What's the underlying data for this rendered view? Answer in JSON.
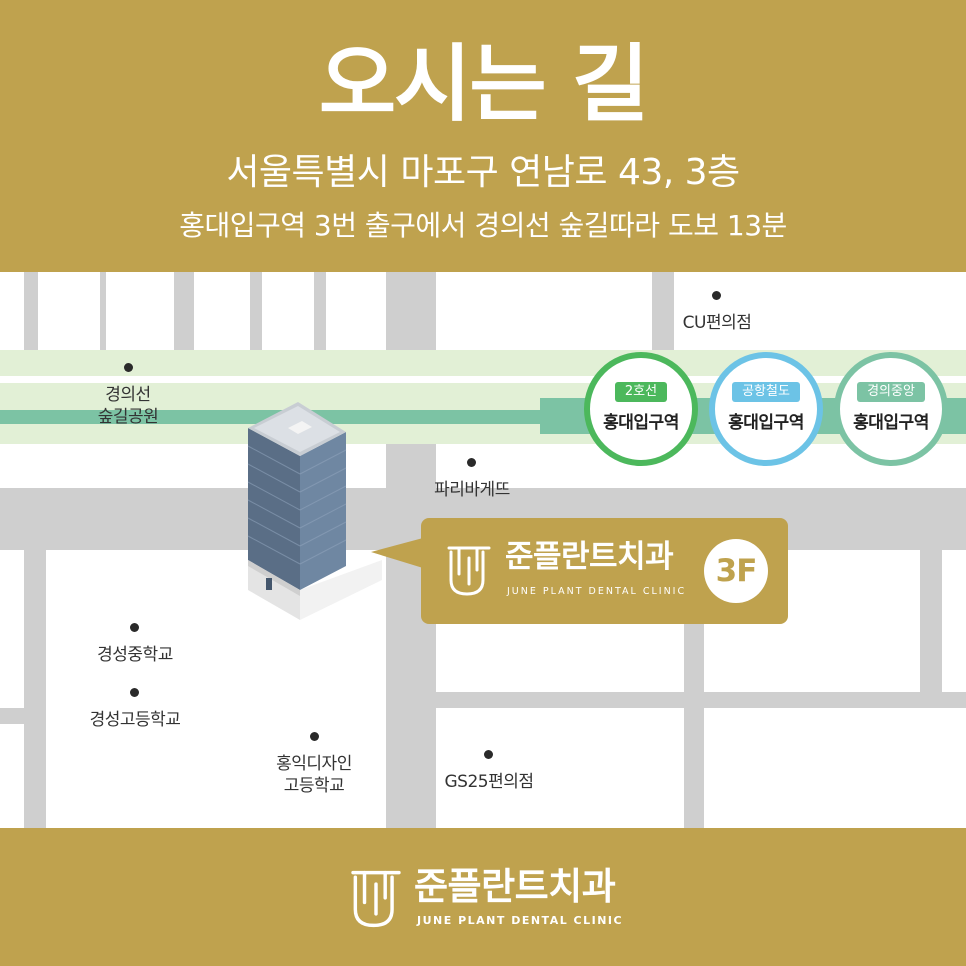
{
  "header": {
    "title": "오시는 길",
    "address": "서울특별시 마포구 연남로 43, 3층",
    "directions": "홍대입구역 3번 출구에서 경의선 숲길따라 도보 13분"
  },
  "map": {
    "places": {
      "cu": "CU편의점",
      "park_line1": "경의선",
      "park_line2": "숲길공원",
      "paris": "파리바게뜨",
      "middle_school": "경성중학교",
      "high_school": "경성고등학교",
      "hongik_line1": "홍익디자인",
      "hongik_line2": "고등학교",
      "gs25": "GS25편의점"
    },
    "stations": [
      {
        "line": "2호선",
        "name": "홍대입구역",
        "color": "#4CB85C"
      },
      {
        "line": "공항철도",
        "name": "홍대입구역",
        "color": "#6CC3E6"
      },
      {
        "line": "경의중앙",
        "name": "홍대입구역",
        "color": "#7CC3A4"
      }
    ],
    "clinic": {
      "name": "준플란트치과",
      "subtitle": "JUNE PLANT DENTAL CLINIC",
      "floor": "3F"
    }
  },
  "footer": {
    "name": "준플란트치과",
    "subtitle": "JUNE PLANT DENTAL CLINIC"
  },
  "colors": {
    "brand_gold": "#BFA24E",
    "park_green": "#E2F0D6",
    "rail_green": "#7CC3A4",
    "road_gray": "#CFCFCF"
  }
}
